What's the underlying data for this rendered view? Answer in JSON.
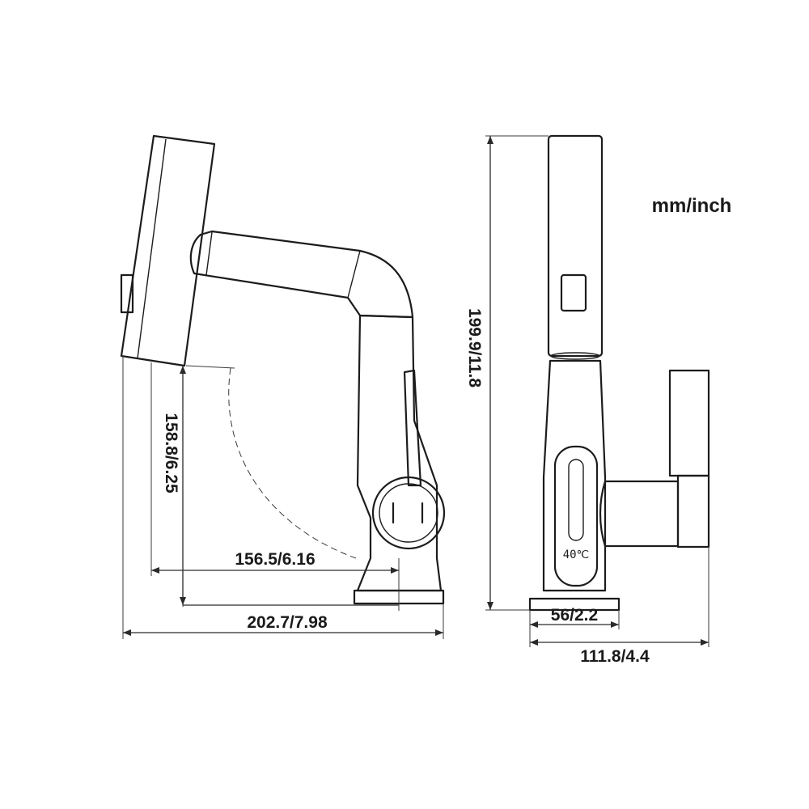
{
  "diagram": {
    "units_label": "mm/inch",
    "dimensions": {
      "total_height": "199.9/11.8",
      "spout_clearance": "158.8/6.25",
      "reach_spout": "156.5/6.16",
      "overall_depth": "202.7/7.98",
      "base_width": "56/2.2",
      "overall_width": "111.8/4.4"
    },
    "display_readout": "40℃"
  }
}
